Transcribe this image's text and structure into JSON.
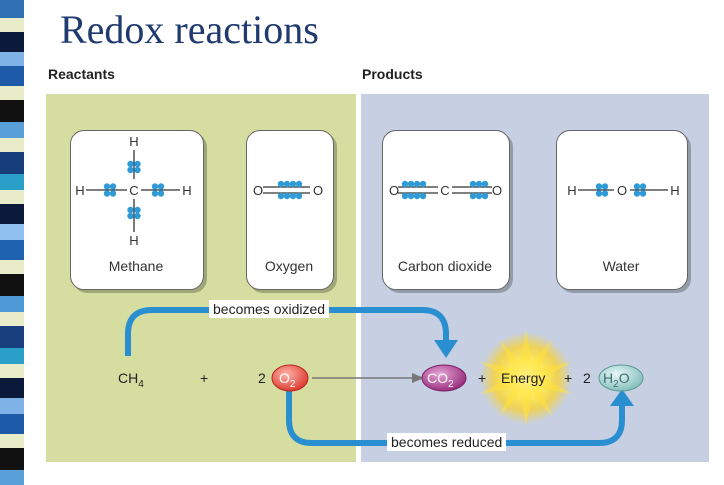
{
  "title": "Redox reactions",
  "headers": {
    "reactants": "Reactants",
    "products": "Products"
  },
  "molecules": [
    {
      "name": "Methane",
      "atoms": [
        "H",
        "H",
        "C",
        "H",
        "H"
      ]
    },
    {
      "name": "Oxygen",
      "atoms": [
        "O",
        "O"
      ]
    },
    {
      "name": "Carbon dioxide",
      "atoms": [
        "O",
        "C",
        "O"
      ]
    },
    {
      "name": "Water",
      "atoms": [
        "H",
        "O",
        "H"
      ]
    }
  ],
  "equation": {
    "ch4_main": "CH",
    "ch4_sub": "4",
    "plus1": "+",
    "coef_o2": "2",
    "o2_main": "O",
    "o2_sub": "2",
    "co2_main": "CO",
    "co2_sub": "2",
    "plus2": "+",
    "energy": "Energy",
    "plus3": "+",
    "coef_h2o": "2",
    "h2o_h": "H",
    "h2o_sub": "2",
    "h2o_o": "O"
  },
  "arrows": {
    "oxidized": "becomes oxidized",
    "reduced": "becomes reduced"
  },
  "colors": {
    "reactants_bg": "#d5dea0",
    "products_bg": "#c7d0e2",
    "arrow_blue": "#2a8fd0",
    "electron": "#2f9ad6",
    "o2_oval": "#e0443a",
    "co2_oval": "#a0307f",
    "h2o_oval": "#8fc6c4",
    "title": "#1f3a6e"
  }
}
